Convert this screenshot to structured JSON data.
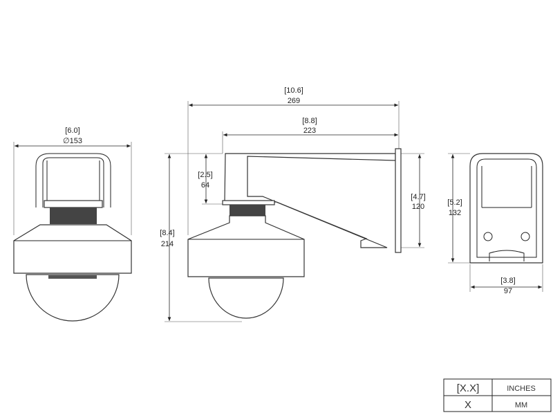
{
  "front_view": {
    "width_in": "[6.0]",
    "width_mm": "∅153"
  },
  "side_view": {
    "overall_length_in": "[10.6]",
    "overall_length_mm": "269",
    "arm_length_in": "[8.8]",
    "arm_length_mm": "223",
    "overall_height_in": "[8.4]",
    "overall_height_mm": "214",
    "pendant_height_in": "[2.5]",
    "pendant_height_mm": "64",
    "plate_height_in": "[4.7]",
    "plate_height_mm": "120"
  },
  "back_view": {
    "height_in": "[5.2]",
    "height_mm": "132",
    "width_in": "[3.8]",
    "width_mm": "97"
  },
  "legend": {
    "inches_symbol": "[X.X]",
    "inches_label": "INCHES",
    "mm_symbol": "X",
    "mm_label": "MM"
  }
}
